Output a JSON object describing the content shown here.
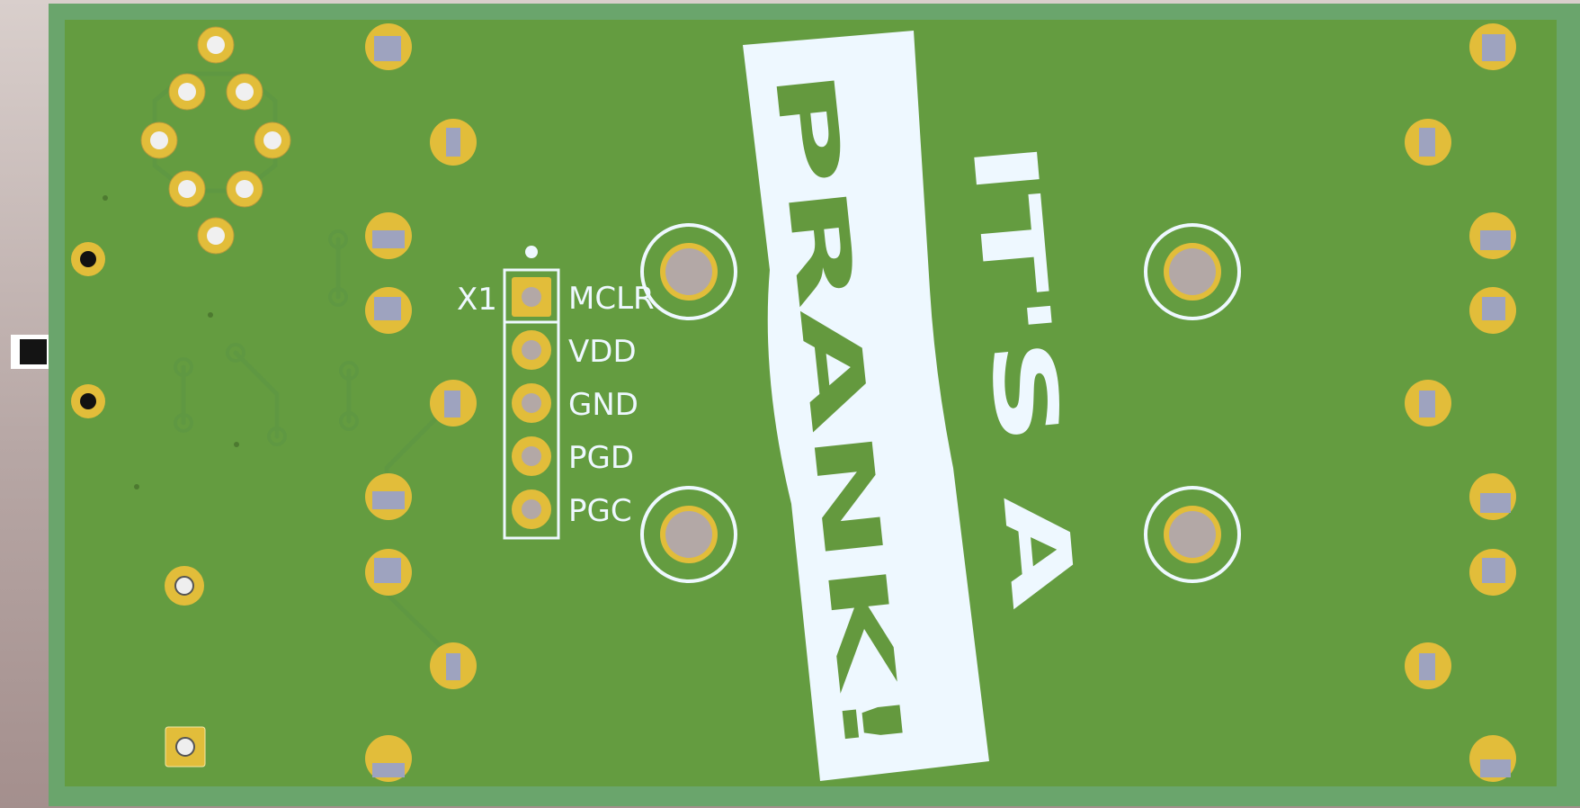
{
  "header": {
    "designator": "X1",
    "pins": [
      "MCLR",
      "VDD",
      "GND",
      "PGD",
      "PGC"
    ]
  },
  "logo": {
    "line1": "PRANK!",
    "line2": "IT'S A"
  },
  "colors": {
    "board": "#649c40",
    "board_edge": "#6aa56c",
    "copper": "#e2bd3a",
    "silkscreen": "#eef8ff",
    "trace": "#5f9842",
    "hole": "#b3a8a6"
  }
}
